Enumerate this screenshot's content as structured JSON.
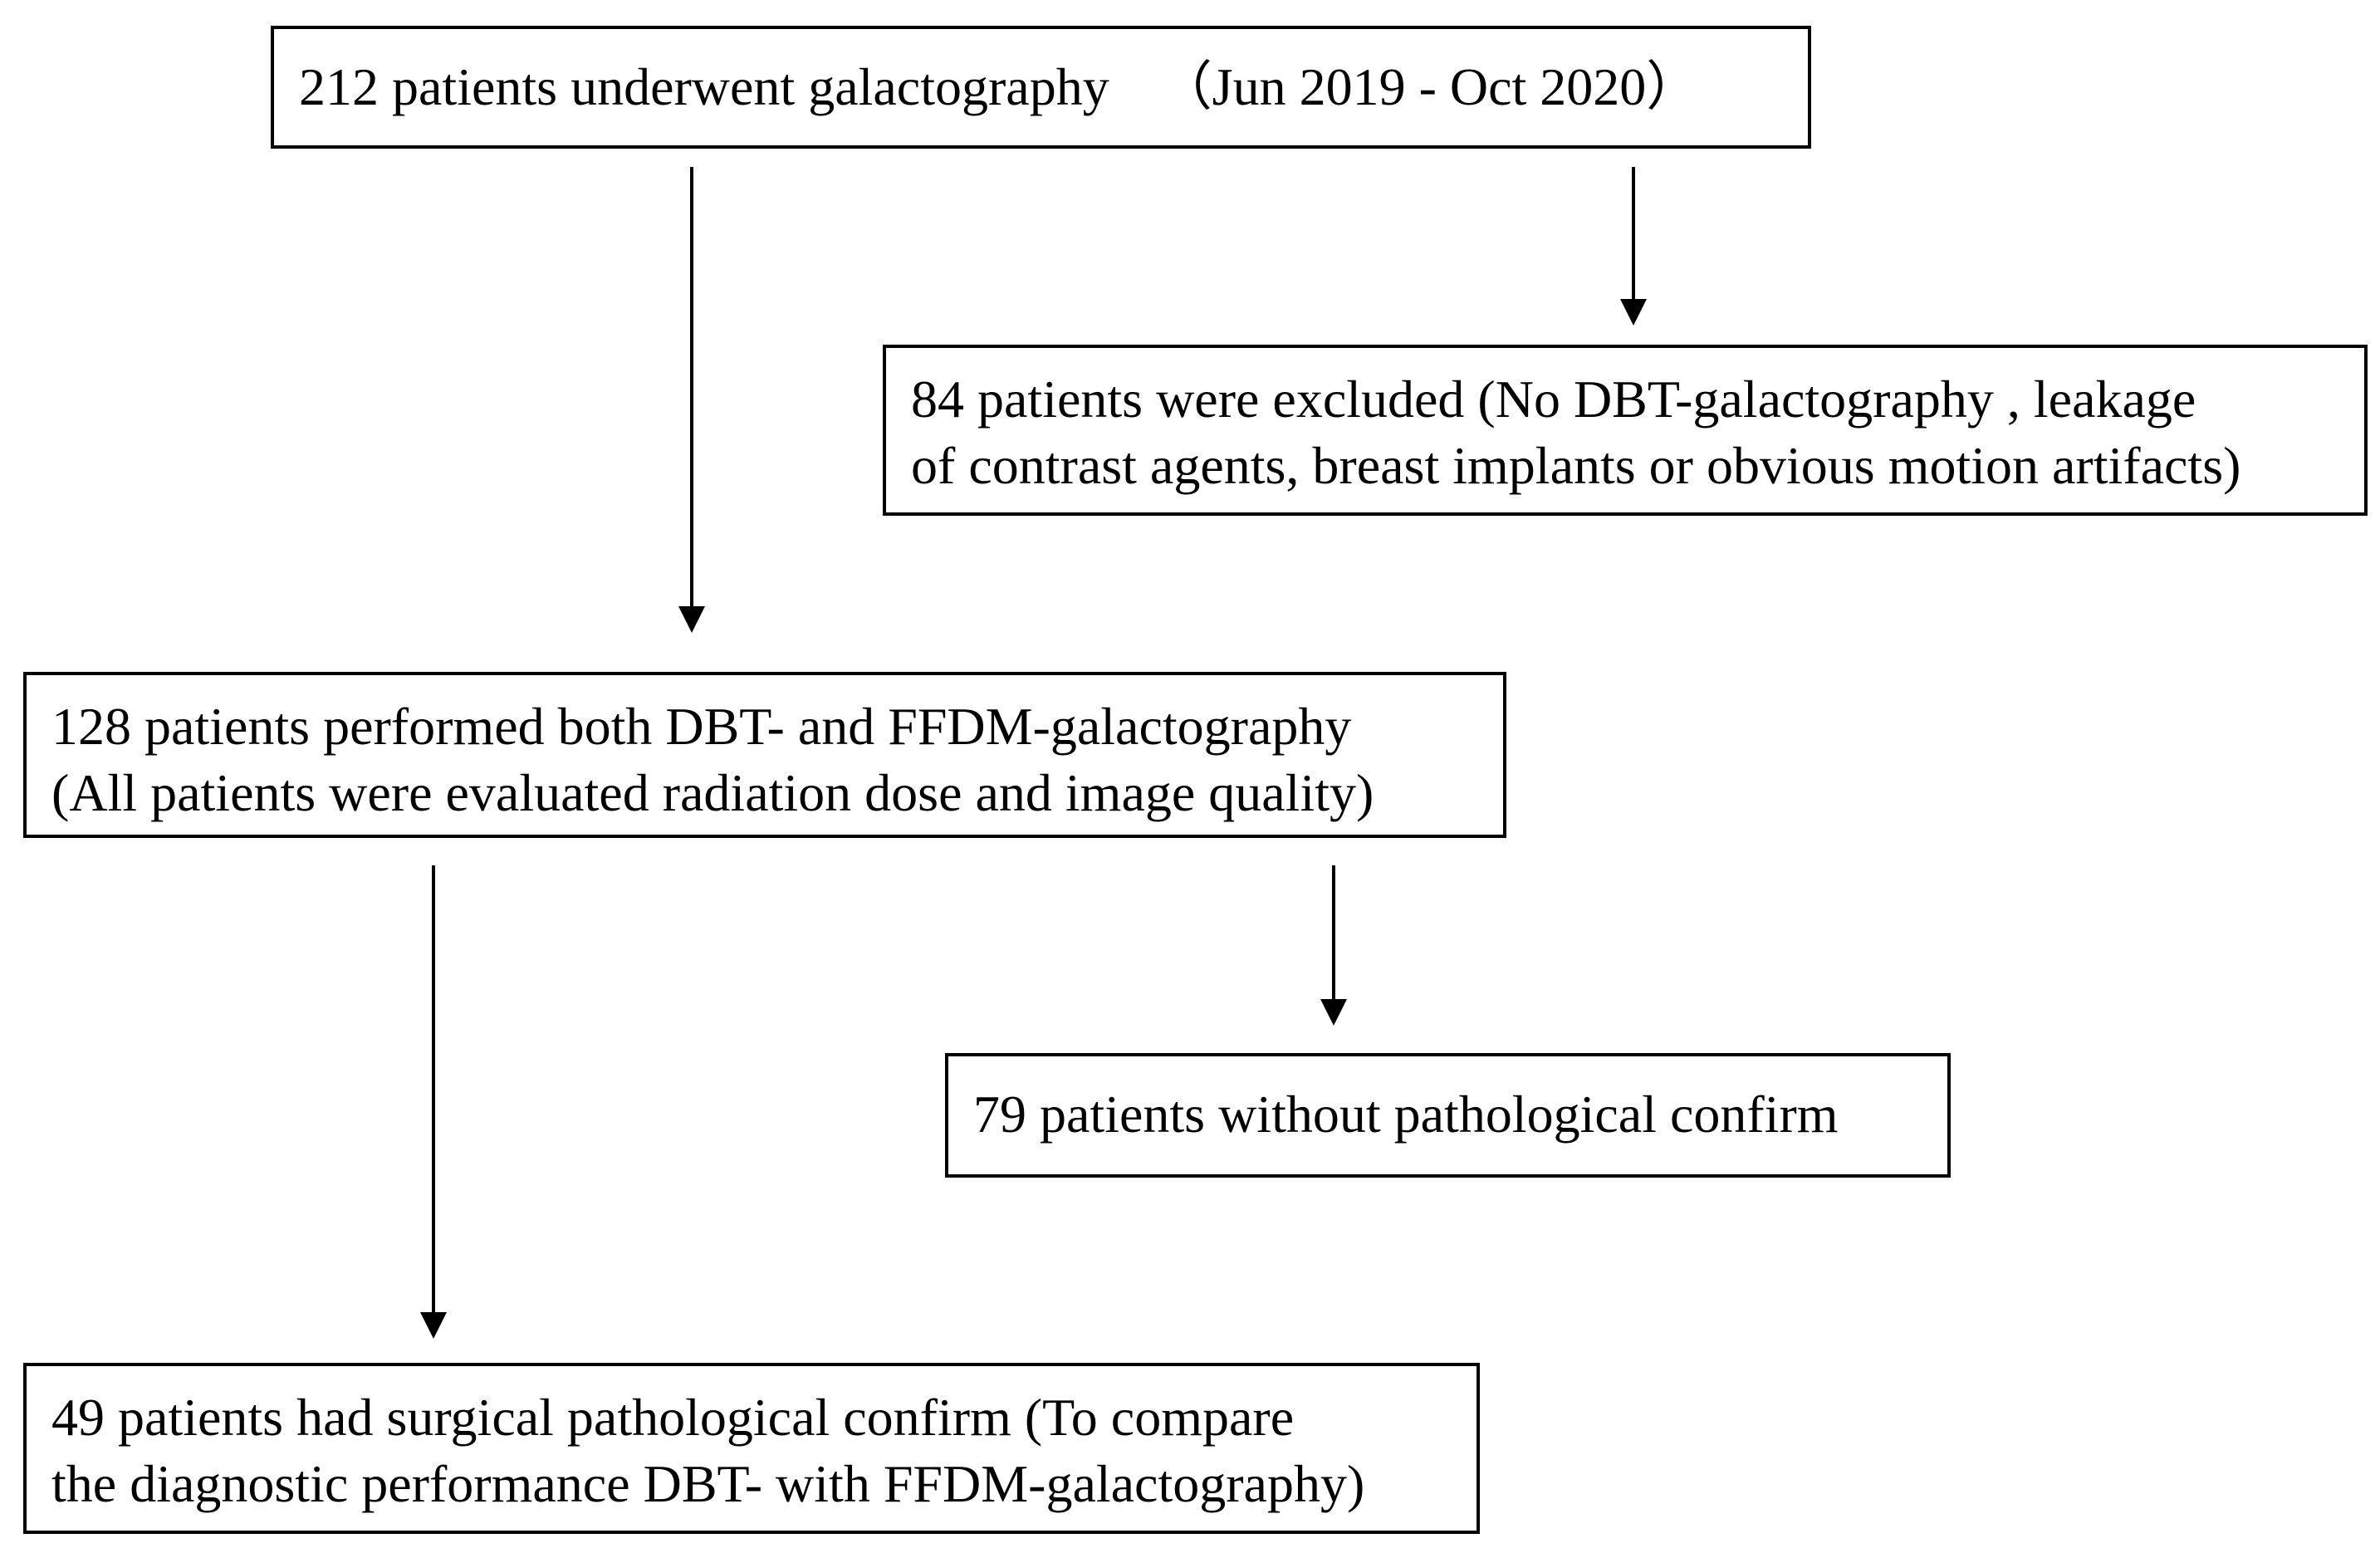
{
  "boxes": {
    "total": {
      "line1_main": "212 patients underwent galactography",
      "line1_period": "（Jun 2019 - Oct 2020）"
    },
    "excluded": {
      "line1": "84 patients were excluded (No DBT-galactography , leakage",
      "line2": "of contrast agents, breast implants or obvious motion artifacts)"
    },
    "both": {
      "line1": "128 patients performed both DBT- and FFDM-galactography",
      "line2": "(All patients were evaluated radiation dose and image quality)"
    },
    "no_pathology": {
      "line1": "79 patients without pathological confirm"
    },
    "surgical": {
      "line1": "49 patients had surgical pathological confirm (To compare",
      "line2": "the diagnostic performance DBT- with FFDM-galactography)"
    }
  }
}
